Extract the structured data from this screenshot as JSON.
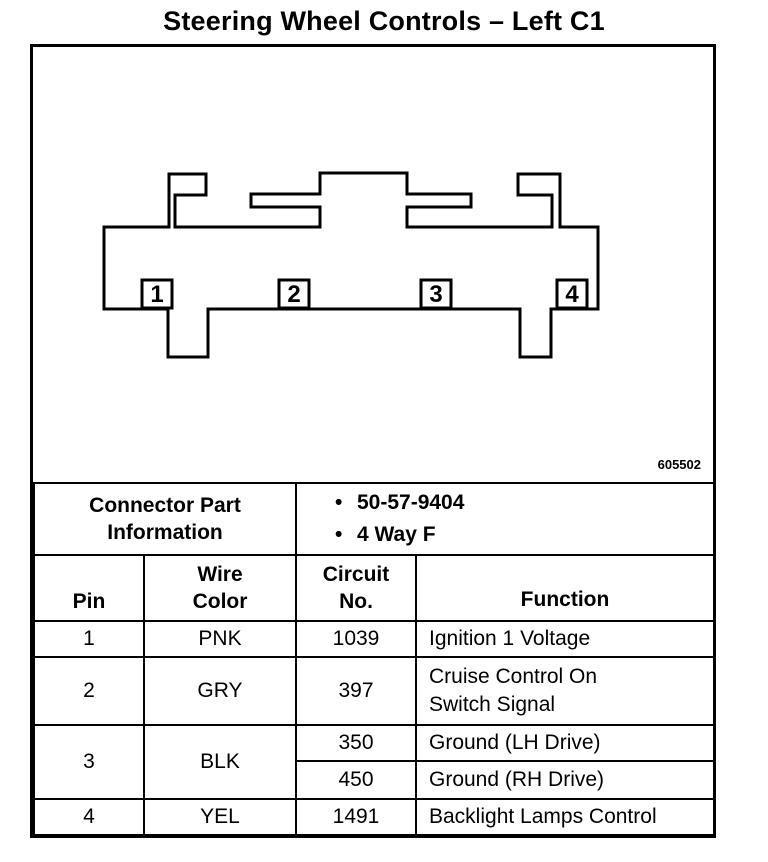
{
  "title": "Steering Wheel Controls – Left C1",
  "figure_id": "605502",
  "connector": {
    "pins": [
      "1",
      "2",
      "3",
      "4"
    ]
  },
  "part_info": {
    "label_line1": "Connector Part",
    "label_line2": "Information",
    "items": [
      "50-57-9404",
      "4 Way F"
    ]
  },
  "table": {
    "headers": {
      "pin": "Pin",
      "wire_line1": "Wire",
      "wire_line2": "Color",
      "circuit_line1": "Circuit",
      "circuit_line2": "No.",
      "function": "Function"
    },
    "rows": [
      {
        "pin": "1",
        "wire": "PNK",
        "circuit": "1039",
        "function_line1": "Ignition 1 Voltage",
        "function_line2": ""
      },
      {
        "pin": "2",
        "wire": "GRY",
        "circuit": "397",
        "function_line1": "Cruise Control On",
        "function_line2": "Switch Signal"
      },
      {
        "pin": "3",
        "wire": "BLK",
        "circuit": "350",
        "function_line1": "Ground (LH Drive)",
        "function_line2": ""
      },
      {
        "circuit": "450",
        "function_line1": "Ground (RH Drive)",
        "function_line2": ""
      },
      {
        "pin": "4",
        "wire": "YEL",
        "circuit": "1491",
        "function_line1": "Backlight Lamps Control",
        "function_line2": ""
      }
    ]
  }
}
